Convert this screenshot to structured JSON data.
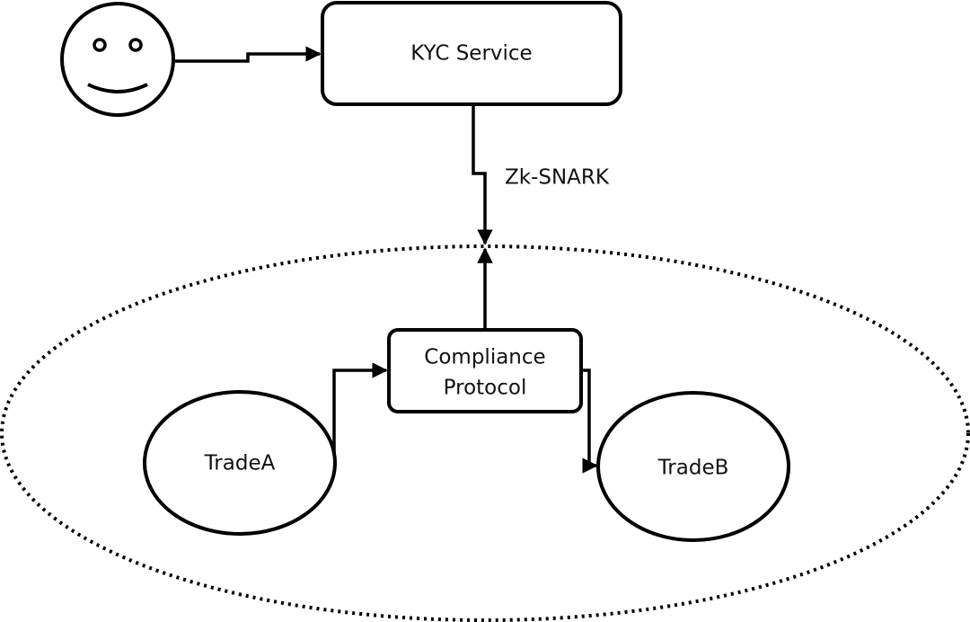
{
  "nodes": {
    "kyc_service": {
      "label": "KYC Service"
    },
    "compliance": {
      "label_line1": "Compliance",
      "label_line2": "Protocol"
    },
    "trade_a": {
      "label": "TradeA"
    },
    "trade_b": {
      "label": "TradeB"
    }
  },
  "edges": {
    "proof": {
      "label": "Zk-SNARK"
    }
  },
  "icons": {
    "user": "smiley-face-icon"
  },
  "colors": {
    "stroke": "#000000",
    "text": "#111111",
    "background": "#ffffff"
  }
}
